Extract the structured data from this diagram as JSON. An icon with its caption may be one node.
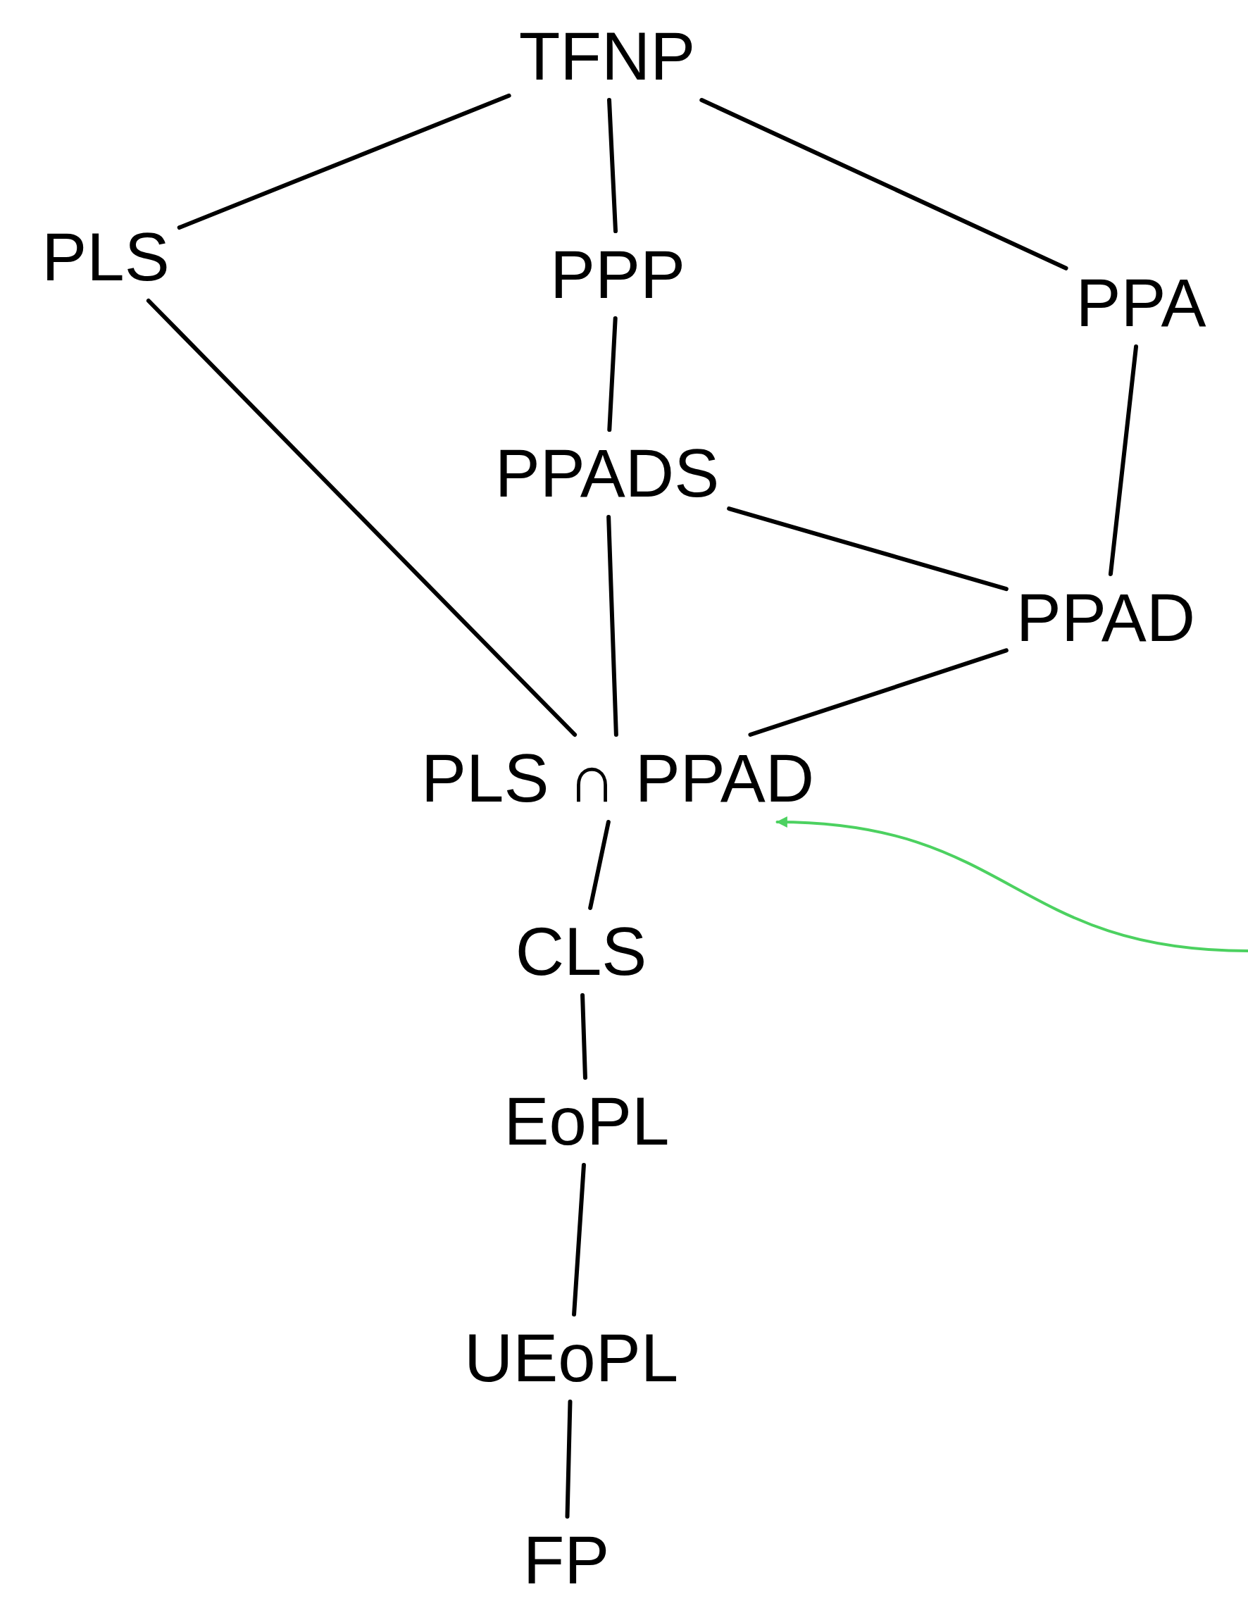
{
  "diagram": {
    "nodes": [
      {
        "text": [
          "TFNP"
        ]
      },
      {
        "text": [
          "PLS"
        ]
      },
      {
        "text": [
          "PPP"
        ]
      },
      {
        "text": [
          "PPA"
        ]
      },
      {
        "text": [
          "PPADS"
        ]
      },
      {
        "text": [
          "PPAD"
        ]
      },
      {
        "text": [
          "PLS ∩ PPAD"
        ]
      },
      {
        "text": [
          "CLS"
        ]
      },
      {
        "text": [
          "EoPL"
        ]
      },
      {
        "text": [
          "UEoPL"
        ]
      },
      {
        "text": [
          "FP"
        ]
      }
    ],
    "edges": [
      {
        "from": 0,
        "to": 1,
        "arrow": "none"
      },
      {
        "from": 0,
        "to": 2,
        "arrow": "none"
      },
      {
        "from": 0,
        "to": 3,
        "arrow": "none"
      },
      {
        "from": 1,
        "to": 6,
        "arrow": "none"
      },
      {
        "from": 2,
        "to": 4,
        "arrow": "none"
      },
      {
        "from": 3,
        "to": 5,
        "arrow": "none"
      },
      {
        "from": 4,
        "to": 5,
        "arrow": "none"
      },
      {
        "from": 4,
        "to": 6,
        "arrow": "none"
      },
      {
        "from": 5,
        "to": 6,
        "arrow": "none"
      },
      {
        "from": 6,
        "to": 7,
        "arrow": "none"
      },
      {
        "from": 7,
        "to": 8,
        "arrow": "none"
      },
      {
        "from": 8,
        "to": 9,
        "arrow": "none"
      },
      {
        "from": 9,
        "to": 10,
        "arrow": "none"
      },
      {
        "from": null,
        "to": 6,
        "arrow": "to",
        "color": "#4cd160"
      }
    ]
  }
}
